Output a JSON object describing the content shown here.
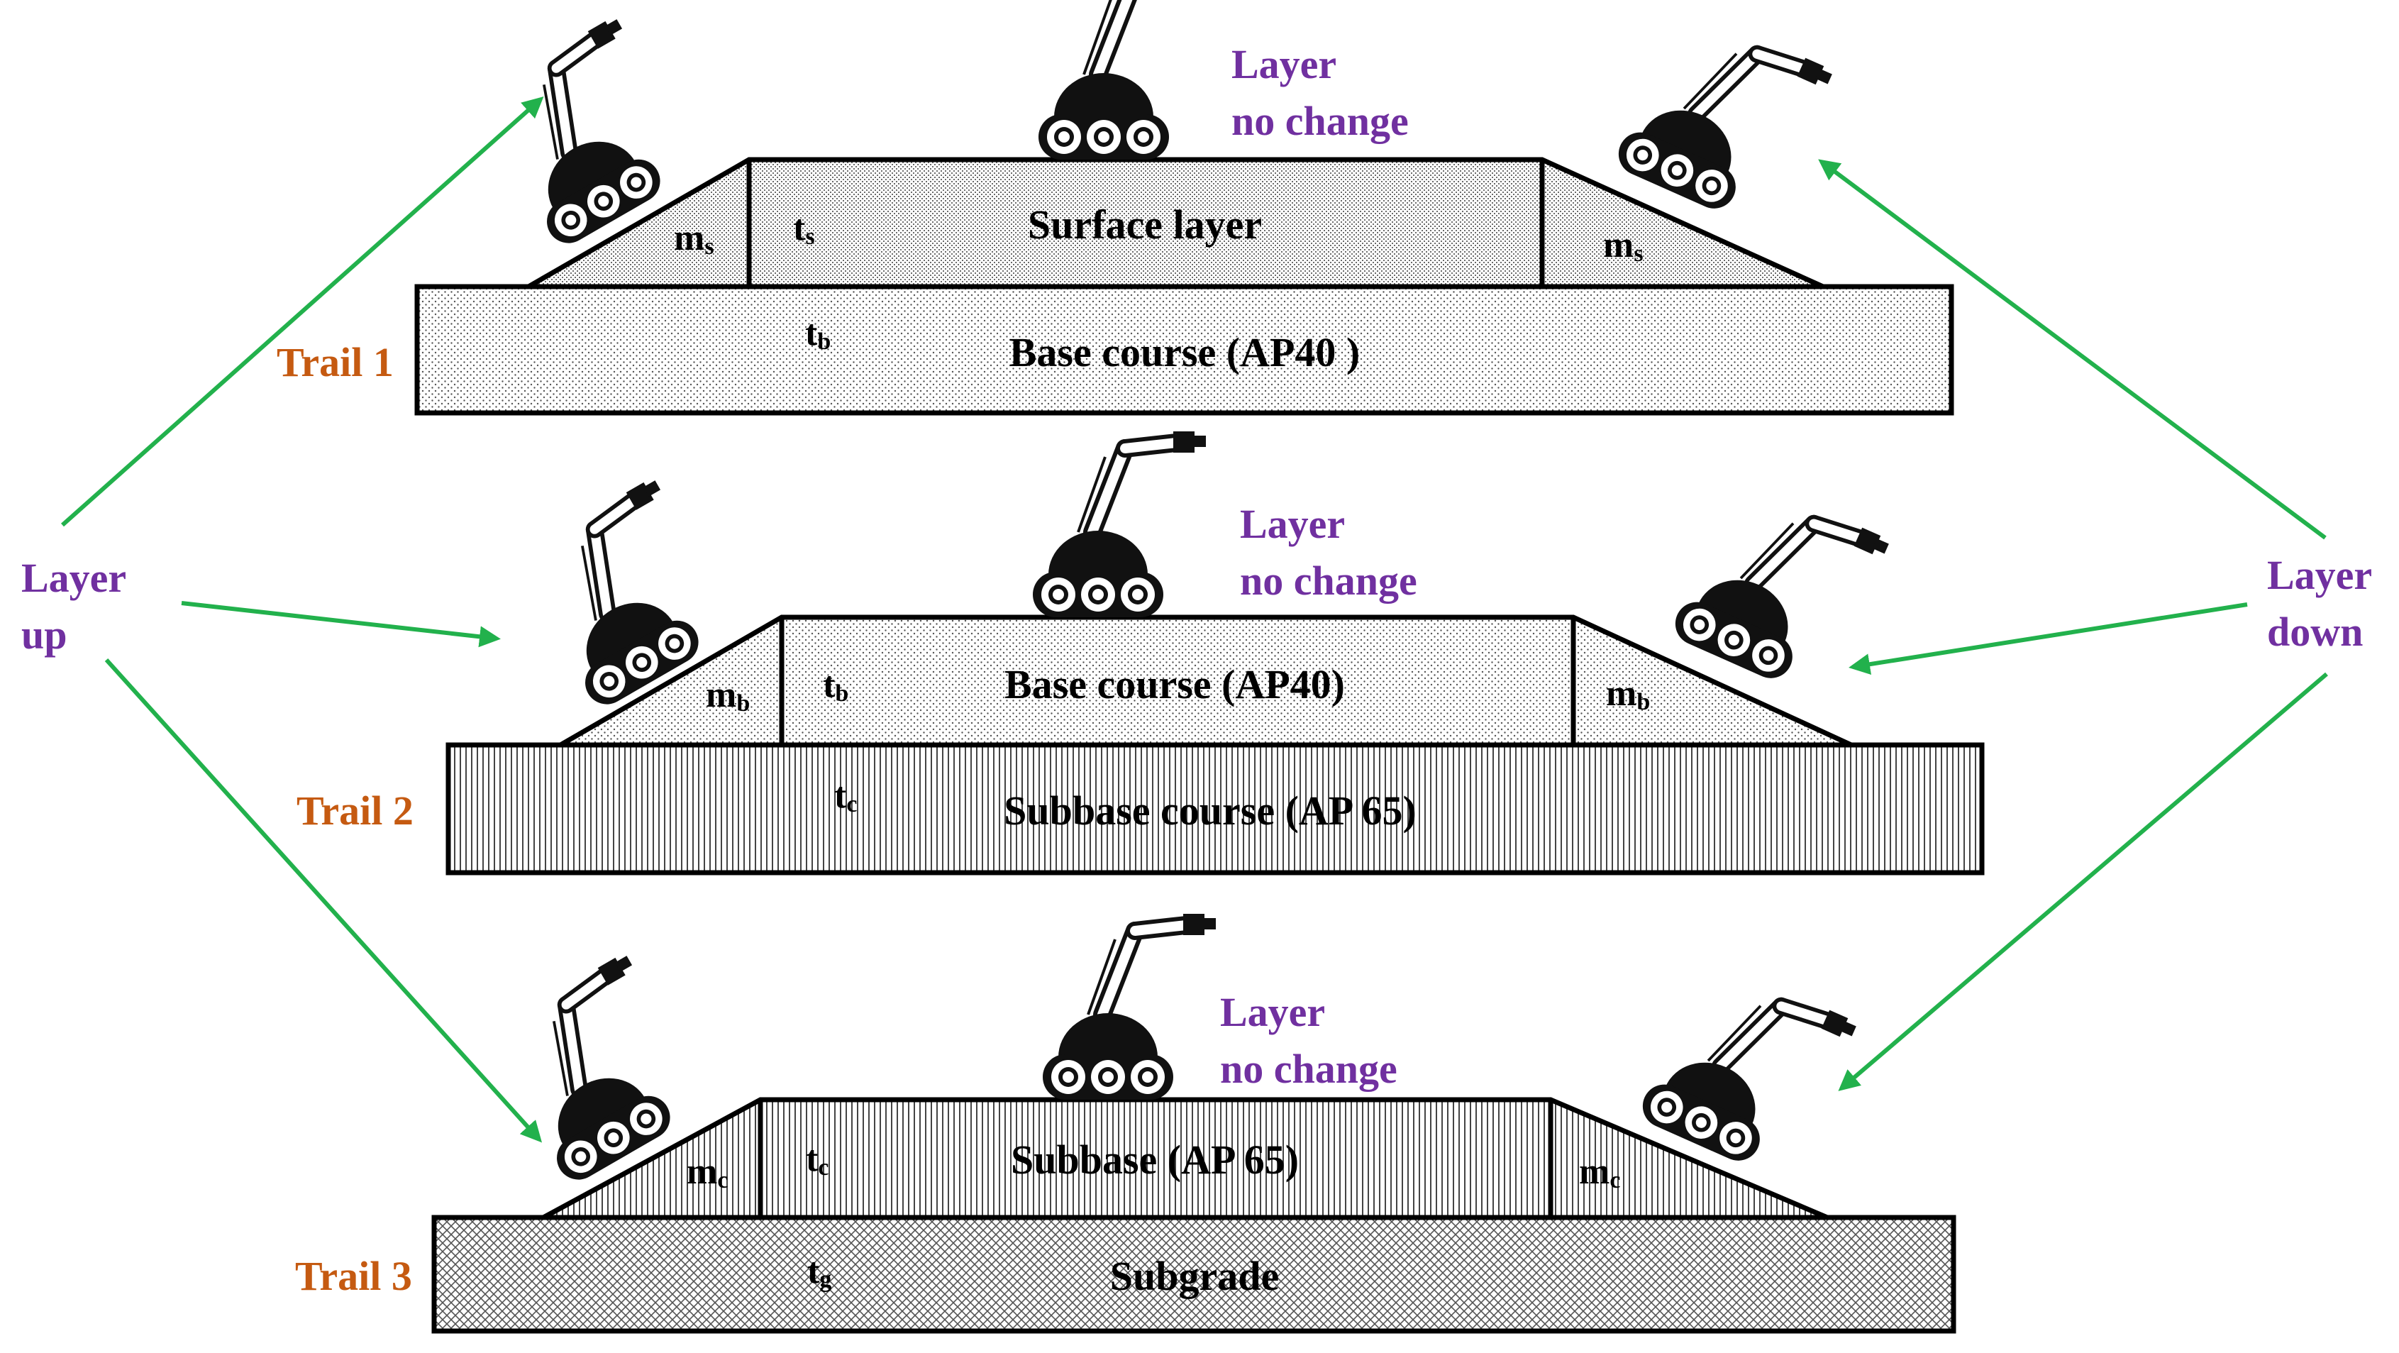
{
  "colors": {
    "annotation": "#7030A0",
    "trail_label": "#C55A11",
    "arrow": "#22B14C",
    "outline": "#000000"
  },
  "side_labels": {
    "up_line1": "Layer",
    "up_line2": "up",
    "down_line1": "Layer",
    "down_line2": "down"
  },
  "trails": [
    {
      "label": "Trail 1",
      "top_layer": "Surface layer",
      "top_thickness": "t",
      "top_thickness_sub": "s",
      "slope_left": "m",
      "slope_left_sub": "s",
      "slope_right": "m",
      "slope_right_sub": "s",
      "bottom_layer": "Base course (AP40 )",
      "bottom_thickness": "t",
      "bottom_thickness_sub": "b",
      "note_line1": "Layer",
      "note_line2": "no change"
    },
    {
      "label": "Trail 2",
      "top_layer": "Base course (AP40)",
      "top_thickness": "t",
      "top_thickness_sub": "b",
      "slope_left": "m",
      "slope_left_sub": "b",
      "slope_right": "m",
      "slope_right_sub": "b",
      "bottom_layer": "Subbase course (AP 65)",
      "bottom_thickness": "t",
      "bottom_thickness_sub": "c",
      "note_line1": "Layer",
      "note_line2": "no change"
    },
    {
      "label": "Trail 3",
      "top_layer": "Subbase (AP 65)",
      "top_thickness": "t",
      "top_thickness_sub": "c",
      "slope_left": "m",
      "slope_left_sub": "c",
      "slope_right": "m",
      "slope_right_sub": "c",
      "bottom_layer": "Subgrade",
      "bottom_thickness": "t",
      "bottom_thickness_sub": "g",
      "note_line1": "Layer",
      "note_line2": "no change"
    }
  ],
  "icons": {
    "robot": "tracked-robot-arm-icon",
    "arrow": "green-arrow"
  }
}
